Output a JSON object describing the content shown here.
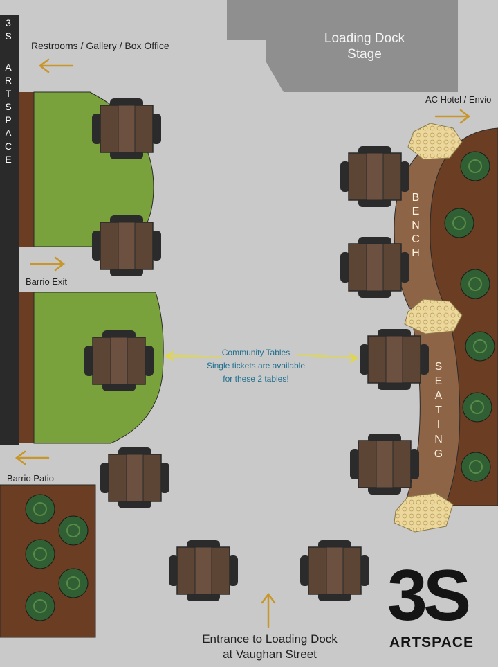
{
  "venue_wall": {
    "letters_top": [
      "3",
      "S"
    ],
    "letters_bottom": [
      "A",
      "R",
      "T",
      "S",
      "P",
      "A",
      "C",
      "E"
    ]
  },
  "labels": {
    "restrooms": "Restrooms / Gallery / Box Office",
    "loading_dock_line1": "Loading Dock",
    "loading_dock_line2": "Stage",
    "ac_hotel": "AC Hotel / Envio",
    "barrio_exit": "Barrio Exit",
    "barrio_patio": "Barrio Patio",
    "bench": [
      "B",
      "E",
      "N",
      "C",
      "H"
    ],
    "seating": [
      "S",
      "E",
      "A",
      "T",
      "I",
      "N",
      "G"
    ],
    "community_line1": "Community Tables",
    "community_line2": "Single tickets are available",
    "community_line3": "for  these 2 tables!",
    "entrance_line1": "Entrance to Loading Dock",
    "entrance_line2": "at Vaughan Street"
  },
  "logo": {
    "big": "3S",
    "small": "ARTSPACE"
  },
  "colors": {
    "floor": "#c9c9c9",
    "wall": "#2a2a2a",
    "stage": "#8f8f8f",
    "lawn": "#7aa23c",
    "planter": "#6b3d22",
    "bench": "#8e6447",
    "table": "#5c4534",
    "chair": "#2b2b2b",
    "arrow_orange": "#c8962a",
    "arrow_yellow": "#e3d93a",
    "boulder": "#ecd79c",
    "plant": "#2f5f32",
    "community_text": "#1f6f8f"
  },
  "legend_icons": [
    "table-with-chairs-icon",
    "planter-icon",
    "boulder-icon",
    "arrow-icon"
  ]
}
